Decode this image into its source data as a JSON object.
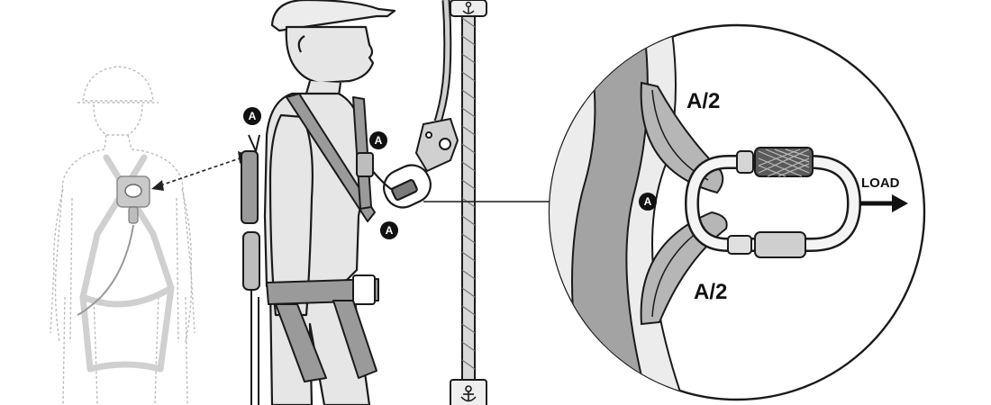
{
  "labels": {
    "marker": "A",
    "half_left_top": "A/2",
    "half_left_bottom": "A/2",
    "load": "LOAD"
  },
  "icons": {
    "anchor_top": "anchor-icon",
    "anchor_bottom": "anchor-icon",
    "load_arrow": "arrow-right-icon"
  },
  "colors": {
    "line": "#1a1a1a",
    "strap": "#9a9a9a",
    "skin": "#e6e6e6",
    "ghost": "#bdbdbd",
    "badge": "#111111"
  }
}
